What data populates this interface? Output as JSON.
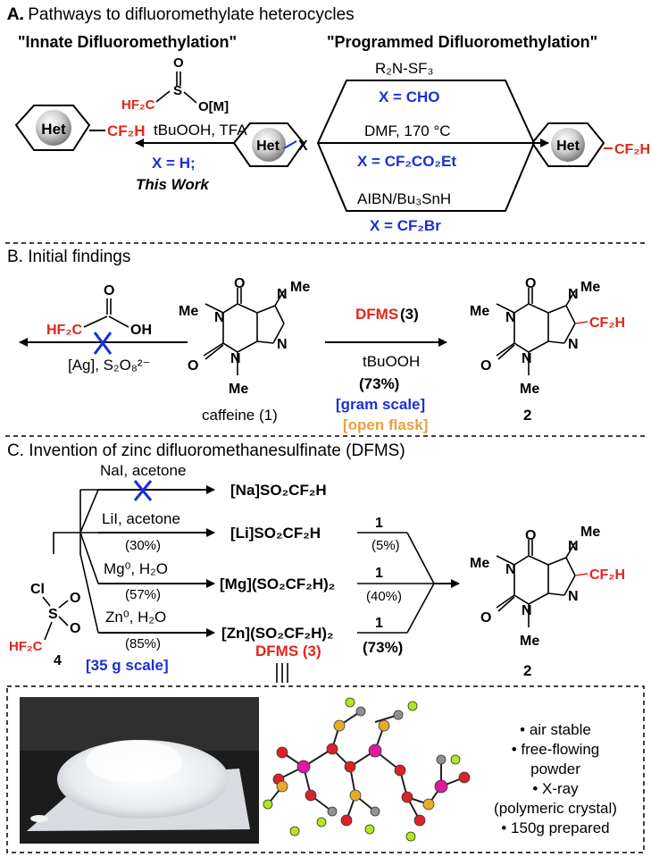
{
  "sectionA": {
    "title": "A. Pathways to difluoromethylate heterocycles",
    "innate": "\"Innate Difluoromethylation\"",
    "programmed": "\"Programmed Difluoromethylation\"",
    "reagent_o": "O",
    "reagent_hf2c": "HF₂C",
    "reagent_s": "S",
    "reagent_om": "O[M]",
    "cond_left": "tBuOOH, TFA",
    "x_h": "X = H;",
    "this_work": "This Work",
    "het": "Het",
    "x": "X",
    "cf2h": "CF₂H",
    "r2nsf3": "R₂N-SF₃",
    "x_cho": "X = CHO",
    "dmf": "DMF, 170 °C",
    "x_cf2co2et": "X = CF₂CO₂Et",
    "aibn": "AIBN/Bu₃SnH",
    "x_cf2br": "X = CF₂Br"
  },
  "sectionB": {
    "title": "B. Initial findings",
    "acid_o": "O",
    "acid_hf2c": "HF₂C",
    "acid_oh": "OH",
    "cond_ag": "[Ag], S₂O₈²⁻",
    "caffeine": "caffeine (1)",
    "dfms": "DFMS",
    "dfms_num": "(3)",
    "tbuooh": "tBuOOH",
    "yield": "(73%)",
    "gram": "[gram scale]",
    "open": "[open flask]",
    "prod": "2",
    "me": "Me",
    "o": "O",
    "n": "N"
  },
  "sectionC": {
    "title": "C. Invention of zinc difluoromethanesulfinate (DFMS)",
    "nai": "NaI, acetone",
    "na_prod": "[Na]SO₂CF₂H",
    "lii": "LiI, acetone",
    "li_yield": "(30%)",
    "li_prod": "[Li]SO₂CF₂H",
    "mg": "Mg⁰, H₂O",
    "mg_yield": "(57%)",
    "mg_prod": "[Mg](SO₂CF₂H)₂",
    "zn": "Zn⁰, H₂O",
    "zn_yield": "(85%)",
    "zn_prod": "[Zn](SO₂CF₂H)₂",
    "scale": "[35 g scale]",
    "dfms3": "DFMS (3)",
    "one": "1",
    "y5": "(5%)",
    "y40": "(40%)",
    "y73": "(73%)",
    "cl": "Cl",
    "s": "S",
    "o": "O",
    "hf2c": "HF₂C",
    "four": "4",
    "prod": "2"
  },
  "features": [
    "• air stable",
    "• free-flowing",
    "powder",
    "• X-ray",
    "(polymeric crystal)",
    "• 150g prepared"
  ]
}
